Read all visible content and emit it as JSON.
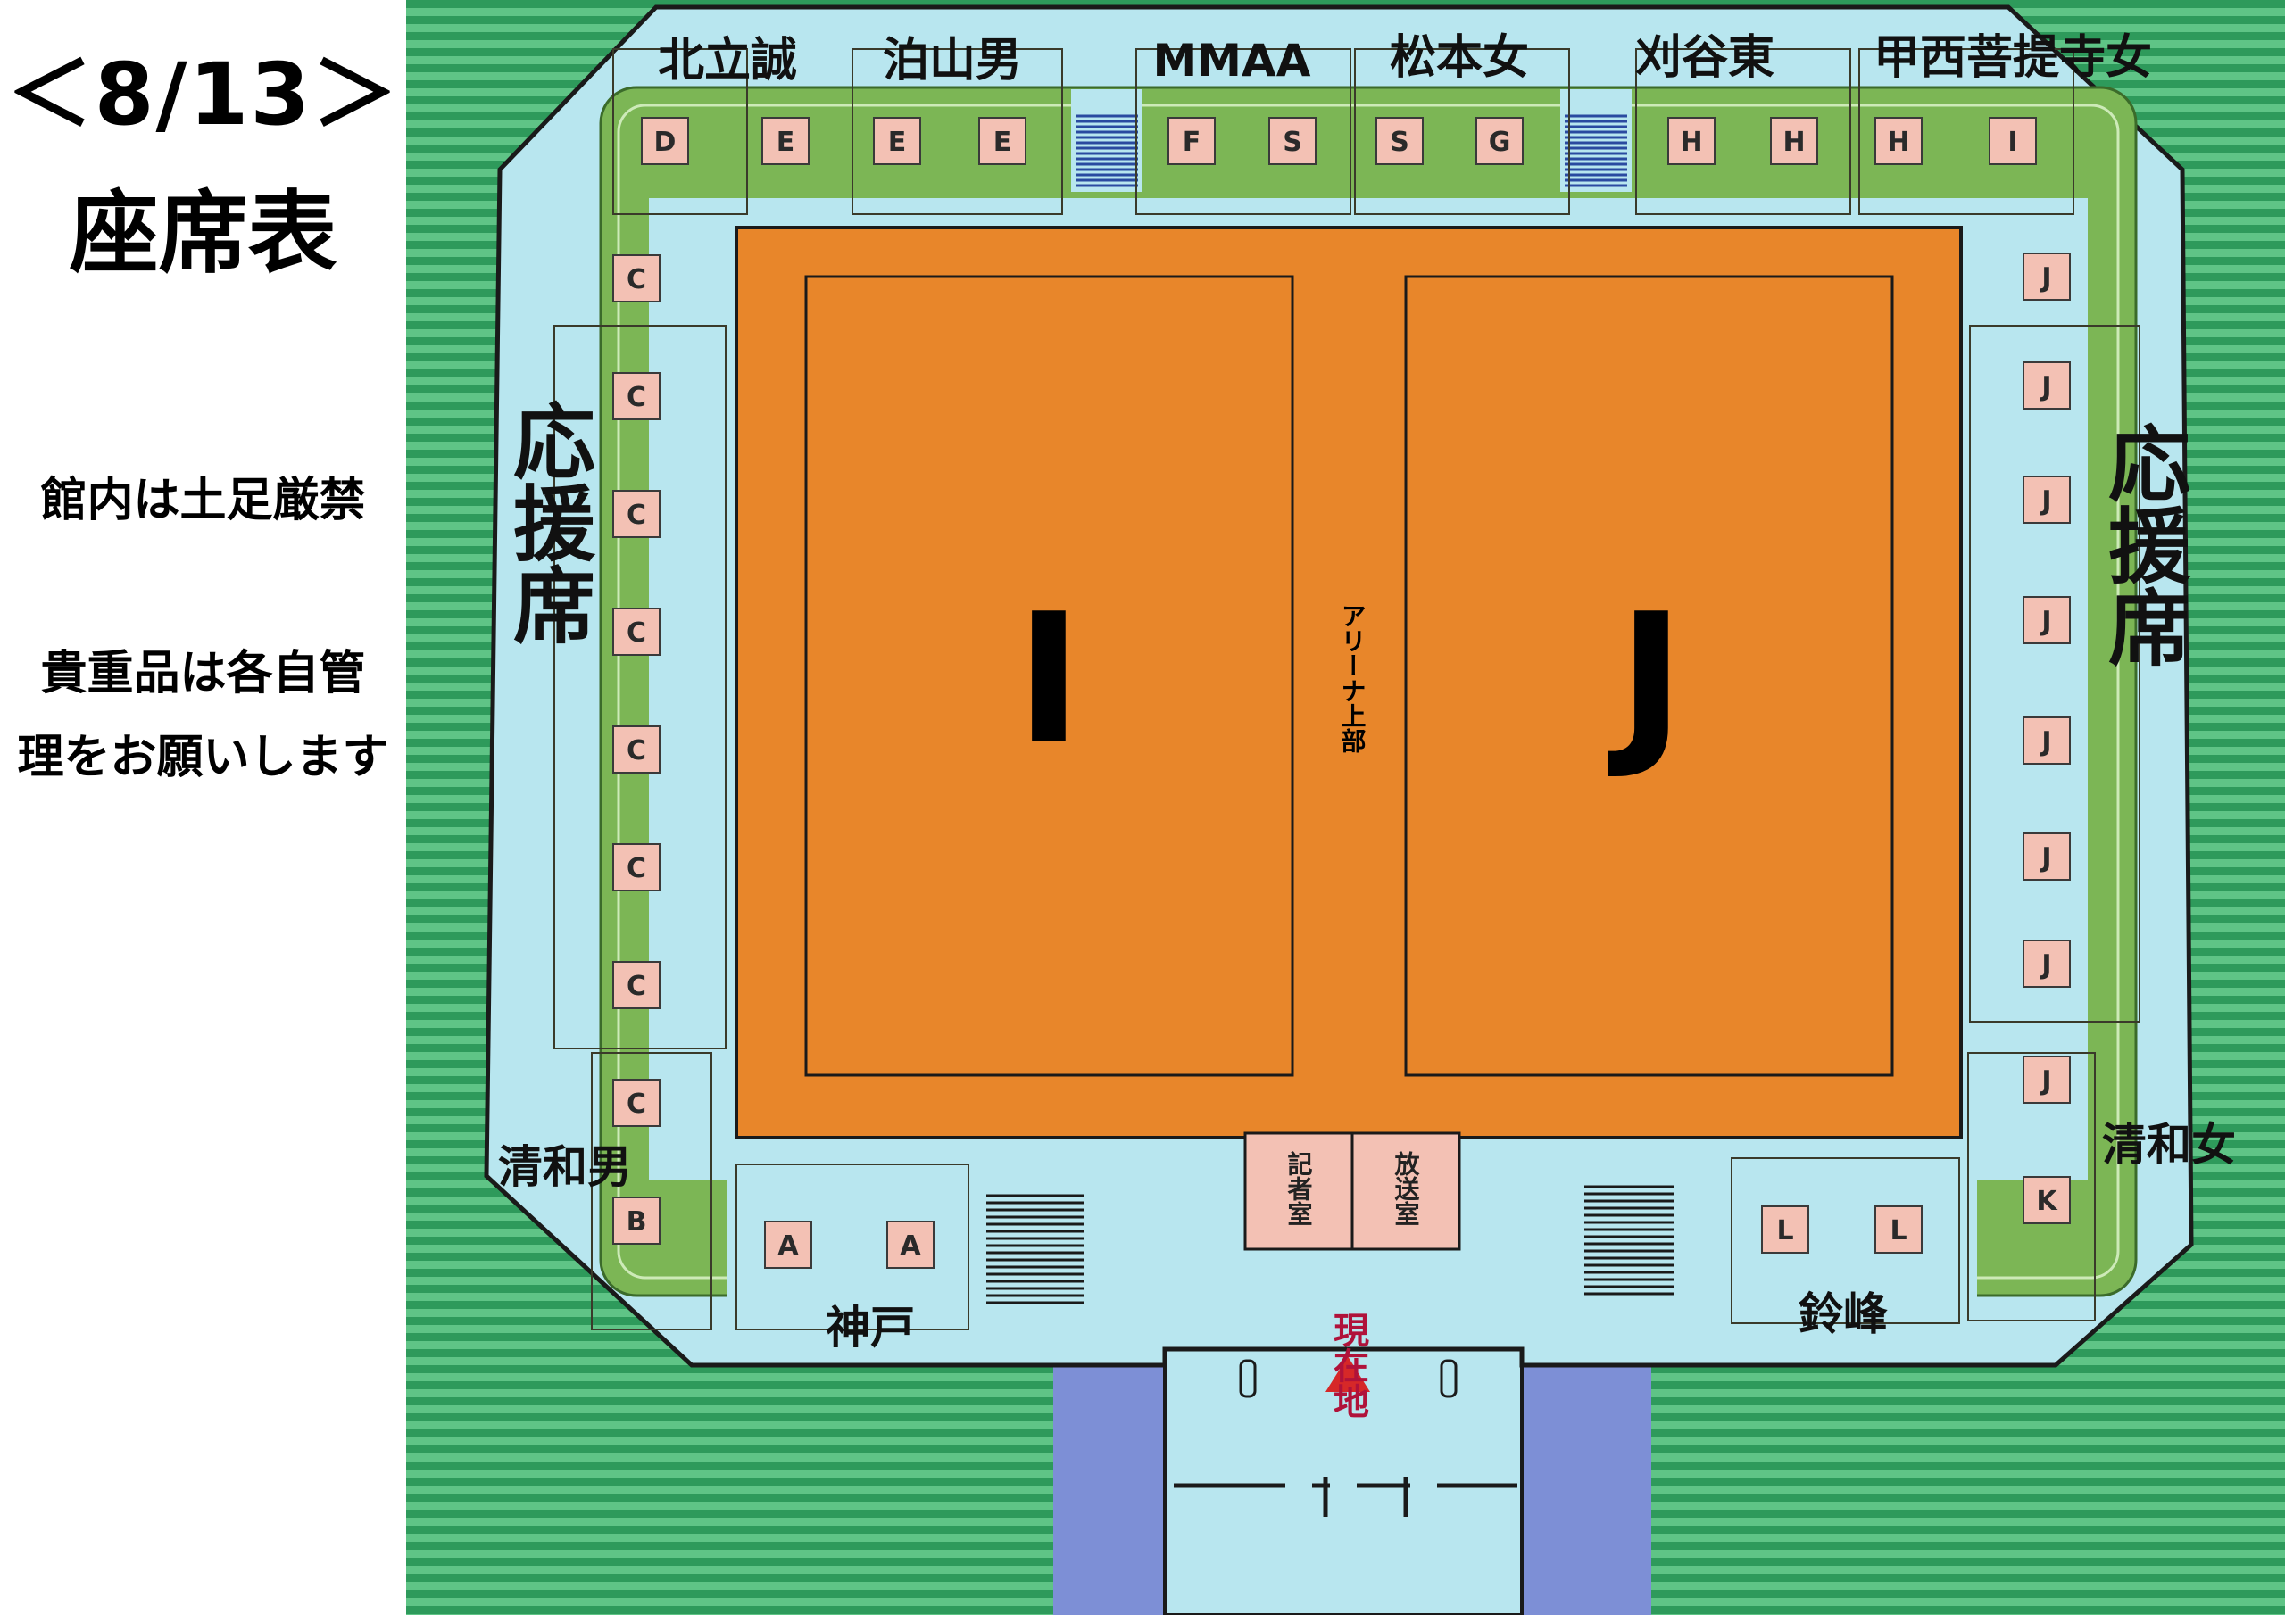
{
  "header": {
    "date": "＜8/13＞",
    "title": "座席表"
  },
  "notices": {
    "line1": "館内は土足厳禁",
    "line2": "貴重品は各自管",
    "line3": "理をお願いします"
  },
  "map": {
    "courts": [
      {
        "label": "I"
      },
      {
        "label": "J"
      }
    ],
    "arena_label": "アリーナ上部",
    "support_left": "応援席",
    "support_right": "応援席",
    "rooms": {
      "press": "記者室",
      "broadcast": "放送室"
    },
    "current_location": "現在地",
    "teams": {
      "t_kitatatsusei": "北立誠",
      "t_tomariyama": "泊山男",
      "t_mmaa": "MMAA",
      "t_matsumoto": "松本女",
      "t_kariyahigashi": "刈谷東",
      "t_kosai": "甲西菩提寺女",
      "t_seiwa_m": "清和男",
      "t_kobe": "神戸",
      "t_suzumine": "鈴峰",
      "t_seiwa_f": "清和女"
    },
    "seats_top": [
      "D",
      "E",
      "E",
      "E",
      "F",
      "S",
      "S",
      "G",
      "H",
      "H",
      "H",
      "I"
    ],
    "seats_left": [
      "C",
      "C",
      "C",
      "C",
      "C",
      "C",
      "C",
      "C",
      "B"
    ],
    "seats_right": [
      "J",
      "J",
      "J",
      "J",
      "J",
      "J",
      "J",
      "J",
      "K"
    ],
    "seats_bottom_left": [
      "A",
      "A"
    ],
    "seats_bottom_right": [
      "L",
      "L"
    ]
  },
  "colors": {
    "court": "#e8862a",
    "floor": "#b8e6ef",
    "seat_band": "#7cb655",
    "seat_box": "#f3c1b4",
    "corridor": "#7d8fd6",
    "marker": "#d62828",
    "marker_text": "#b0123a"
  }
}
